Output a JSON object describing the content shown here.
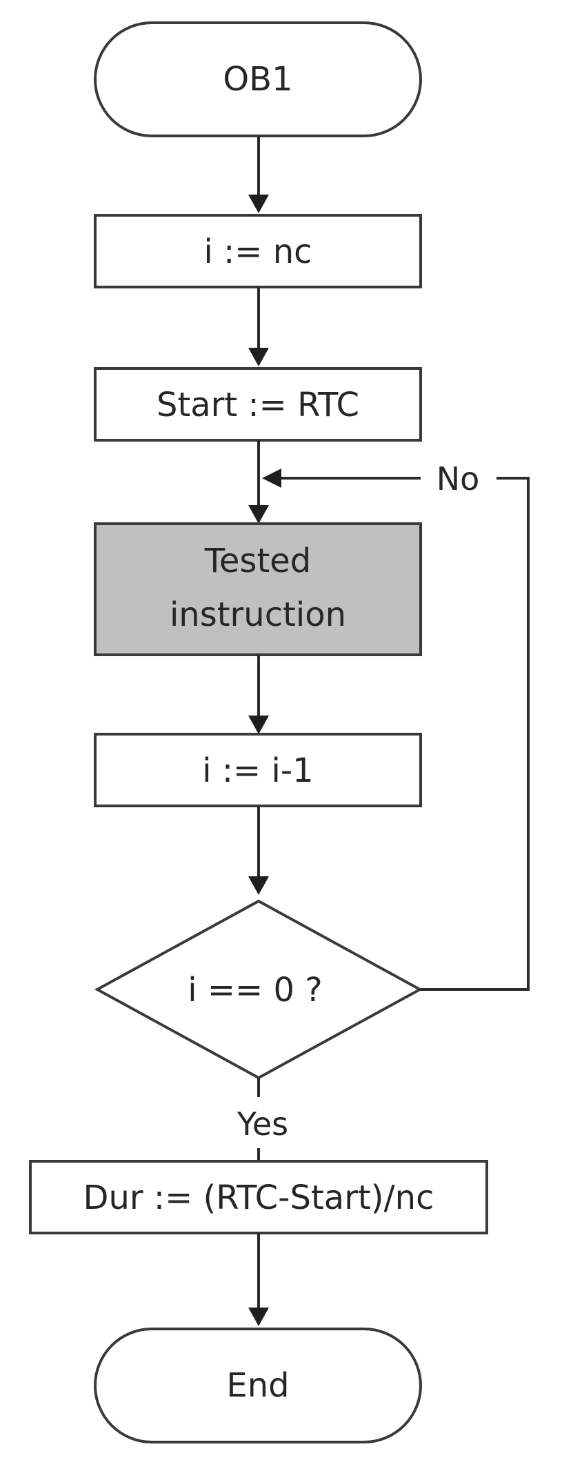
{
  "nodes": {
    "ob1": {
      "label": "OB1"
    },
    "init_i": {
      "label": "i := nc"
    },
    "start_rtc": {
      "label": "Start := RTC"
    },
    "tested": {
      "line1": "Tested",
      "line2": "instruction",
      "fill": "#c0c0c0"
    },
    "decrement": {
      "label": "i := i-1"
    },
    "decision": {
      "label": "i == 0 ?"
    },
    "dur": {
      "label": "Dur := (RTC-Start)/nc"
    },
    "end": {
      "label": "End"
    }
  },
  "edges": {
    "no_label": "No",
    "yes_label": "Yes"
  },
  "colors": {
    "stroke": "#3a3a3a",
    "highlight_fill": "#c0c0c0",
    "background": "#ffffff"
  }
}
